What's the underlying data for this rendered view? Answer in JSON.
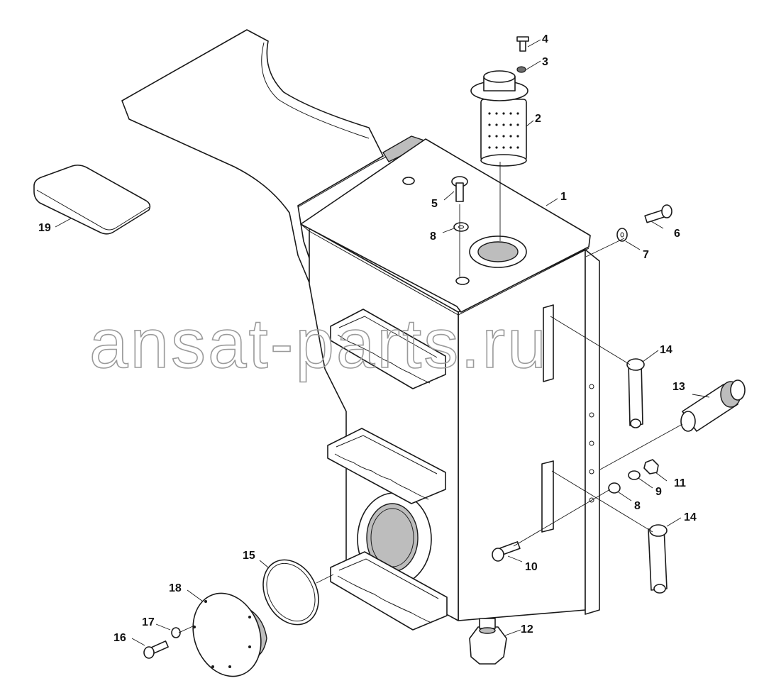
{
  "watermark": "ansat-parts.ru",
  "callouts": [
    {
      "id": "c1",
      "text": "1"
    },
    {
      "id": "c2",
      "text": "2"
    },
    {
      "id": "c3",
      "text": "3"
    },
    {
      "id": "c4",
      "text": "4"
    },
    {
      "id": "c5",
      "text": "5"
    },
    {
      "id": "c6",
      "text": "6"
    },
    {
      "id": "c7",
      "text": "7"
    },
    {
      "id": "c8a",
      "text": "8"
    },
    {
      "id": "c8b",
      "text": "8"
    },
    {
      "id": "c9",
      "text": "9"
    },
    {
      "id": "c10",
      "text": "10"
    },
    {
      "id": "c11",
      "text": "11"
    },
    {
      "id": "c12",
      "text": "12"
    },
    {
      "id": "c13",
      "text": "13"
    },
    {
      "id": "c14a",
      "text": "14"
    },
    {
      "id": "c14b",
      "text": "14"
    },
    {
      "id": "c15",
      "text": "15"
    },
    {
      "id": "c16",
      "text": "16"
    },
    {
      "id": "c17",
      "text": "17"
    },
    {
      "id": "c18",
      "text": "18"
    },
    {
      "id": "c19",
      "text": "19"
    }
  ]
}
